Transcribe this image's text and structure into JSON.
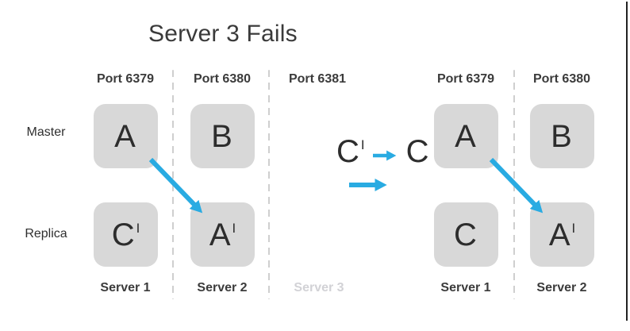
{
  "title": "Server 3 Fails",
  "colors": {
    "accent": "#29abe2",
    "box-fill": "#d8d8d8",
    "divider": "#cfcfcf",
    "text-dark": "#3a3a3a",
    "text-muted": "#d2d2d6",
    "edge": "#222222"
  },
  "row_labels": {
    "master": "Master",
    "replica": "Replica"
  },
  "left_panel": {
    "columns": [
      {
        "port": "Port 6379",
        "server": "Server 1",
        "master": {
          "label": "A",
          "prime": ""
        },
        "replica": {
          "label": "C",
          "prime": "I"
        }
      },
      {
        "port": "Port 6380",
        "server": "Server 2",
        "master": {
          "label": "B",
          "prime": ""
        },
        "replica": {
          "label": "A",
          "prime": "I"
        }
      }
    ]
  },
  "middle": {
    "port": "Port 6381",
    "server": "Server 3",
    "annotation": {
      "from": "C",
      "from_prime": "I",
      "to": "C"
    }
  },
  "right_panel": {
    "columns": [
      {
        "port": "Port 6379",
        "server": "Server 1",
        "master": {
          "label": "A",
          "prime": ""
        },
        "replica": {
          "label": "C",
          "prime": ""
        }
      },
      {
        "port": "Port 6380",
        "server": "Server 2",
        "master": {
          "label": "B",
          "prime": ""
        },
        "replica": {
          "label": "A",
          "prime": "I"
        }
      }
    ]
  }
}
